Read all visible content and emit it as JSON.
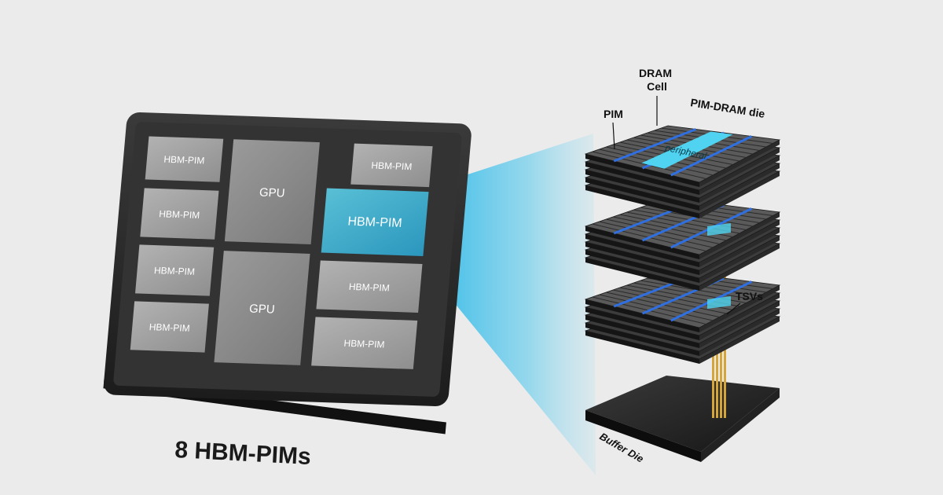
{
  "package": {
    "caption": "8 HBM-PIMs",
    "modules": [
      {
        "label": "HBM-PIM"
      },
      {
        "label": "HBM-PIM"
      },
      {
        "label": "HBM-PIM"
      },
      {
        "label": "HBM-PIM"
      },
      {
        "label": "HBM-PIM"
      },
      {
        "label": "HBM-PIM"
      },
      {
        "label": "HBM-PIM"
      },
      {
        "label": "HBM-PIM"
      }
    ],
    "gpus": [
      {
        "label": "GPU"
      },
      {
        "label": "GPU"
      }
    ]
  },
  "stack": {
    "labels": {
      "dram_cell": "DRAM\nCell",
      "pim": "PIM",
      "pim_dram_die": "PIM-DRAM die",
      "peripheral": "peripheral",
      "tsvs": "TSVs",
      "buffer_die": "Buffer Die"
    },
    "groups": 3,
    "layers_per_group": 5
  },
  "colors": {
    "background": "#ebebeb",
    "package_dark": "#2a2a2a",
    "module_gray": "#a3a3a3",
    "gpu_gray": "#8e8e8e",
    "highlight_cyan": "#4fd3f0",
    "pim_blue": "#2f6fe0",
    "tsv_gold": "#d4a63a",
    "beam": "#29b6e6"
  }
}
